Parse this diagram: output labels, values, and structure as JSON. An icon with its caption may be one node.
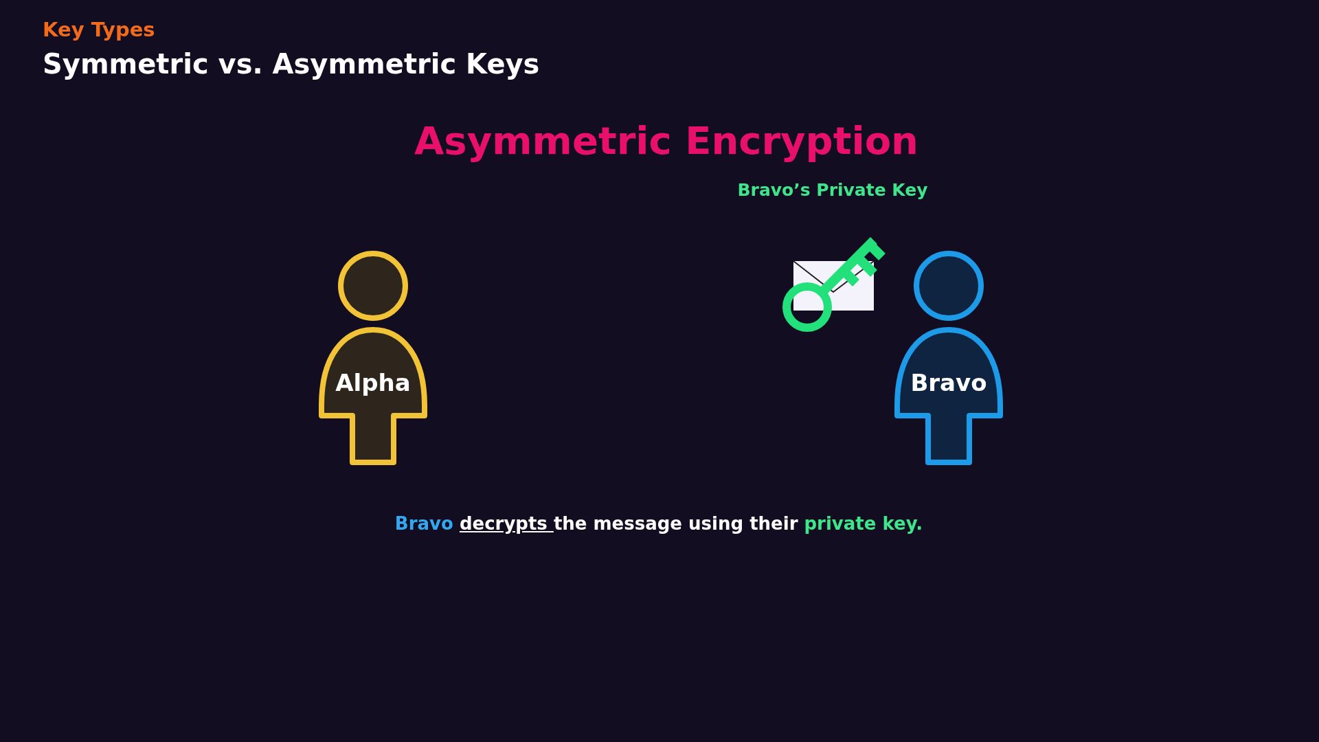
{
  "diagram": {
    "title": "Symmetric vs. Asymmetric Keys",
    "nodes": [
      {
        "text": [
          "Alpha"
        ]
      },
      {
        "text": [
          "Bravo"
        ]
      }
    ],
    "labels": [
      "Key Types",
      "Asymmetric Encryption",
      "Bravo’s Private Key",
      "Bravo decrypts the message using their private key."
    ]
  }
}
